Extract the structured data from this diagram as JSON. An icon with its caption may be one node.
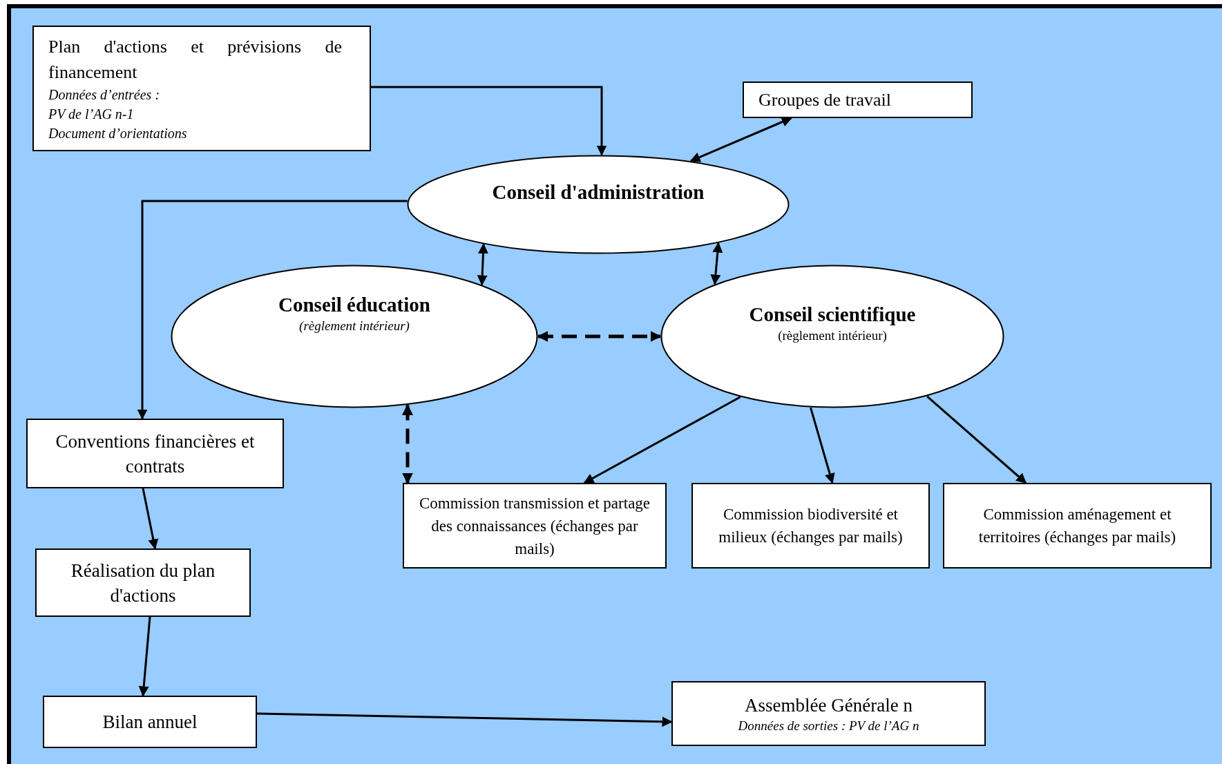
{
  "diagram": {
    "nodes": [
      {
        "text": [
          "Plan d'actions et prévisions de financement",
          "Données d’entrées :",
          "PV de l’AG n-1",
          "Document d’orientations"
        ]
      },
      {
        "text": [
          "Groupes de travail"
        ]
      },
      {
        "text": [
          "Conseil d'administration"
        ]
      },
      {
        "text": [
          "Conseil éducation",
          "(règlement intérieur)"
        ]
      },
      {
        "text": [
          "Conseil scientifique",
          "(règlement intérieur)"
        ]
      },
      {
        "text": [
          "Conventions financières et contrats"
        ]
      },
      {
        "text": [
          "Réalisation du plan d'actions"
        ]
      },
      {
        "text": [
          "Bilan annuel"
        ]
      },
      {
        "text": [
          "Commission transmission et partage des connaissances (échanges par mails)"
        ]
      },
      {
        "text": [
          "Commission biodiversité et milieux (échanges par mails)"
        ]
      },
      {
        "text": [
          "Commission aménagement et territoires (échanges par mails)"
        ]
      },
      {
        "text": [
          "Assemblée Générale n",
          "Données de sorties : PV de l’AG n"
        ]
      }
    ],
    "edges": [
      {
        "from": 0,
        "to": 2,
        "arrow": "to"
      },
      {
        "from": 2,
        "to": 1,
        "arrow": "both"
      },
      {
        "from": 2,
        "to": 5,
        "arrow": "to"
      },
      {
        "from": 2,
        "to": 3,
        "arrow": "both"
      },
      {
        "from": 2,
        "to": 4,
        "arrow": "both"
      },
      {
        "from": 3,
        "to": 4,
        "arrow": "both",
        "style": "dashed"
      },
      {
        "from": 3,
        "to": 8,
        "arrow": "both",
        "style": "dashed"
      },
      {
        "from": 4,
        "to": 8,
        "arrow": "to"
      },
      {
        "from": 4,
        "to": 9,
        "arrow": "to"
      },
      {
        "from": 4,
        "to": 10,
        "arrow": "to"
      },
      {
        "from": 5,
        "to": 6,
        "arrow": "to"
      },
      {
        "from": 6,
        "to": 7,
        "arrow": "to"
      },
      {
        "from": 7,
        "to": 11,
        "arrow": "to"
      }
    ]
  }
}
